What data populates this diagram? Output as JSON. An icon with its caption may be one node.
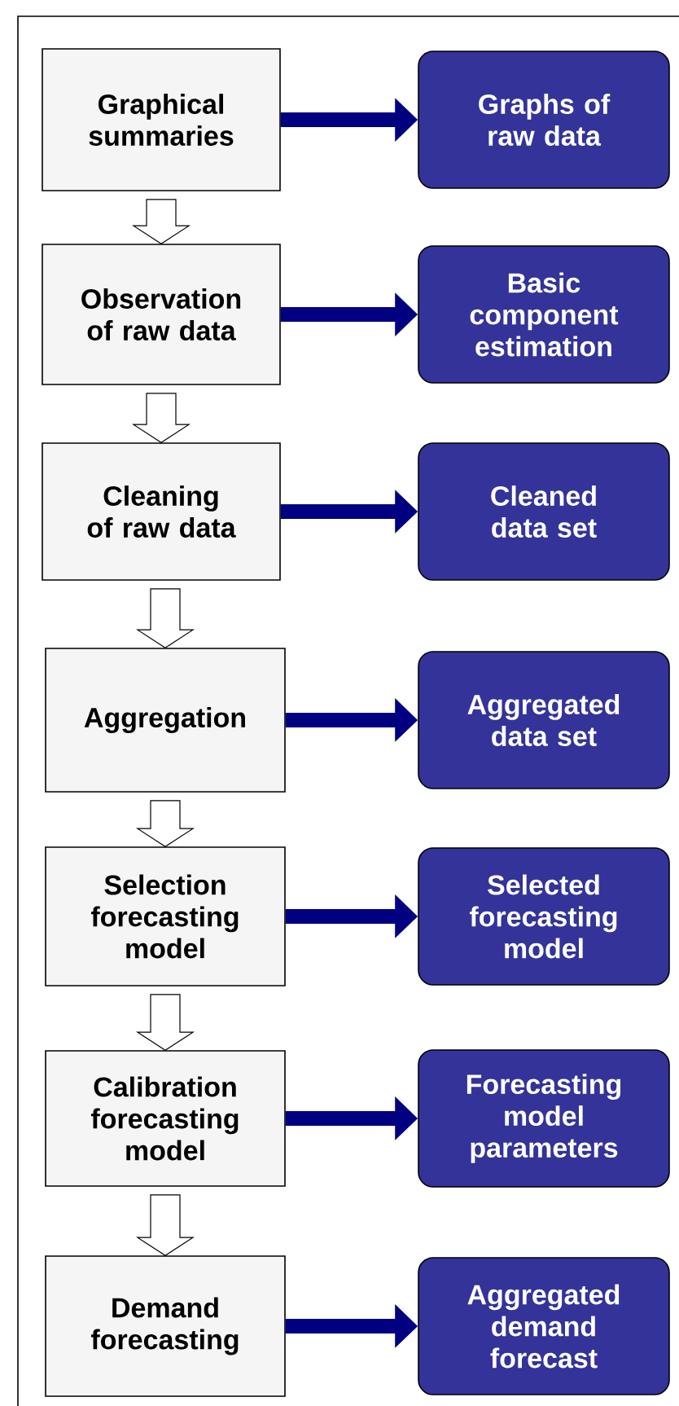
{
  "diagram": {
    "nodes": [
      {
        "text": [
          "Graphical summaries"
        ]
      },
      {
        "text": [
          "Graphs of raw data"
        ]
      },
      {
        "text": [
          "Observation of raw data"
        ]
      },
      {
        "text": [
          "Basic component estimation"
        ]
      },
      {
        "text": [
          "Cleaning of raw data"
        ]
      },
      {
        "text": [
          "Cleaned data set"
        ]
      },
      {
        "text": [
          "Aggregation"
        ]
      },
      {
        "text": [
          "Aggregated data set"
        ]
      },
      {
        "text": [
          "Selection forecasting model"
        ]
      },
      {
        "text": [
          "Selected forecasting model"
        ]
      },
      {
        "text": [
          "Calibration forecasting model"
        ]
      },
      {
        "text": [
          "Forecasting model parameters"
        ]
      },
      {
        "text": [
          "Demand forecasting"
        ]
      },
      {
        "text": [
          "Aggregated demand forecast"
        ]
      }
    ],
    "edges": [
      {
        "from": 0,
        "to": 1,
        "arrow": "to",
        "color": "#000080"
      },
      {
        "from": 2,
        "to": 3,
        "arrow": "to",
        "color": "#000080"
      },
      {
        "from": 4,
        "to": 5,
        "arrow": "to",
        "color": "#000080"
      },
      {
        "from": 6,
        "to": 7,
        "arrow": "to",
        "color": "#000080"
      },
      {
        "from": 8,
        "to": 9,
        "arrow": "to",
        "color": "#000080"
      },
      {
        "from": 10,
        "to": 11,
        "arrow": "to",
        "color": "#000080"
      },
      {
        "from": 12,
        "to": 13,
        "arrow": "to",
        "color": "#000080"
      },
      {
        "from": 0,
        "to": 2,
        "arrow": "to"
      },
      {
        "from": 2,
        "to": 4,
        "arrow": "to"
      },
      {
        "from": 4,
        "to": 6,
        "arrow": "to"
      },
      {
        "from": 6,
        "to": 8,
        "arrow": "to"
      },
      {
        "from": 8,
        "to": 10,
        "arrow": "to"
      },
      {
        "from": 10,
        "to": 12,
        "arrow": "to"
      }
    ]
  }
}
